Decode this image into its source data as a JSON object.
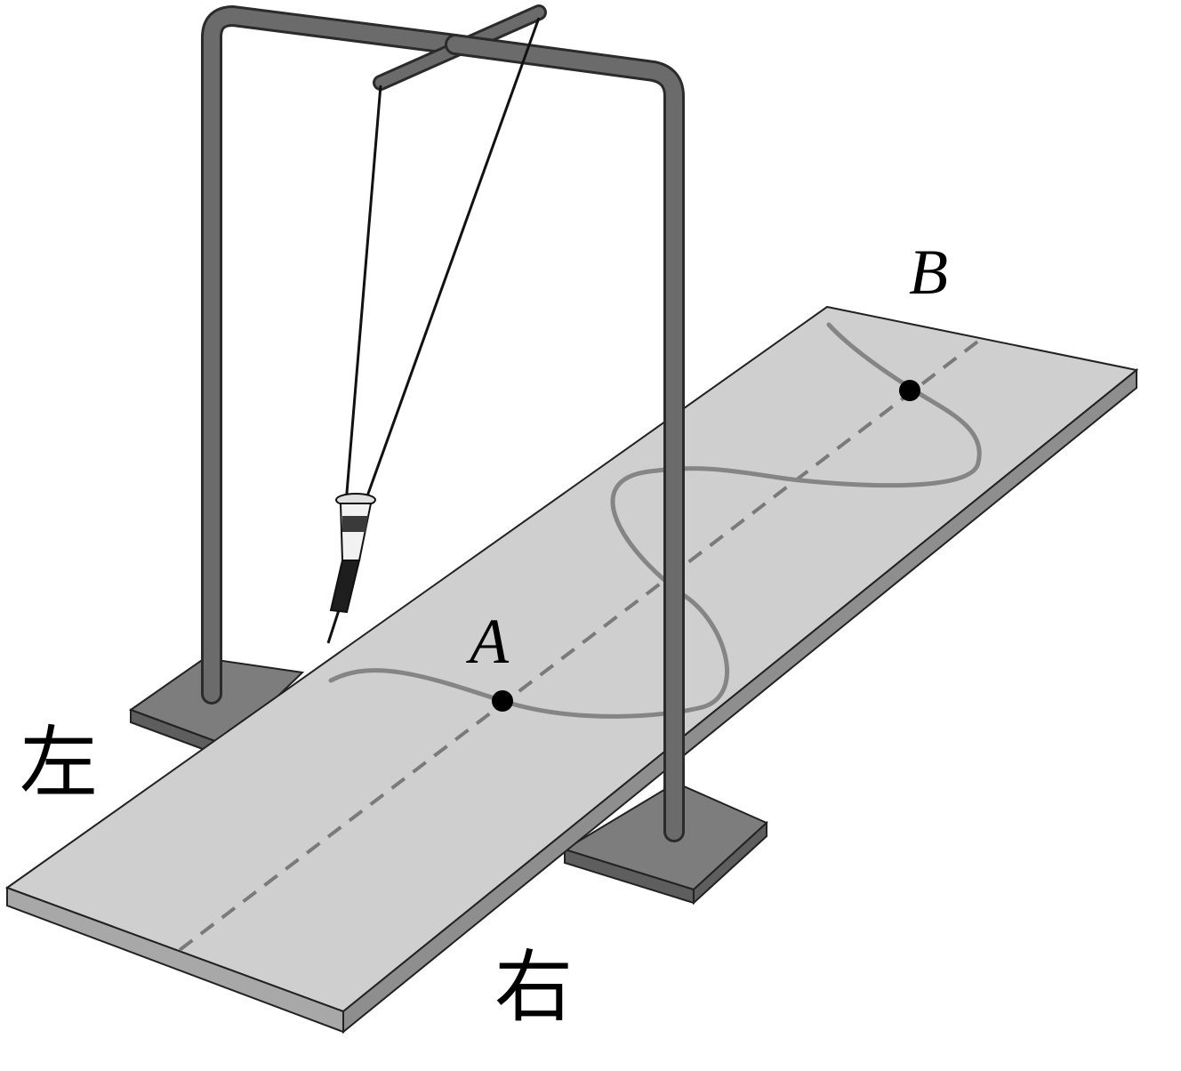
{
  "labels": {
    "point_a": "A",
    "point_b": "B",
    "left": "左",
    "right": "右"
  },
  "colors": {
    "frame": "#6b6b6b",
    "frame_outline": "#2b2b2b",
    "board_top": "#cfcfcf",
    "board_side": "#9a9a9a",
    "base_plate": "#7d7d7d",
    "trace": "#858585",
    "dashed_line": "#7a7a7a",
    "point": "#000000"
  }
}
